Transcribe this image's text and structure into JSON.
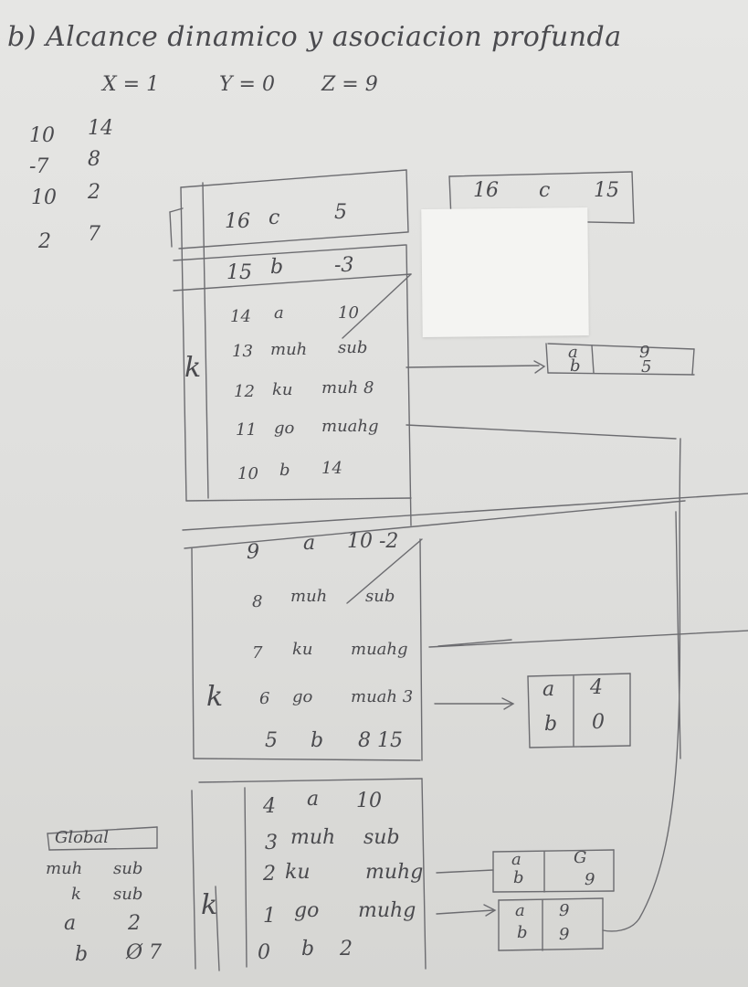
{
  "title": "b) Alcance dinamico y asociacion profunda",
  "vars": {
    "x": "X = 1",
    "y": "Y = 0",
    "z": "Z = 9"
  },
  "output": [
    [
      "10",
      "14"
    ],
    [
      "-7",
      "8"
    ],
    [
      "10",
      "2"
    ],
    [
      "2",
      "7"
    ]
  ],
  "top_right_frame": {
    "addr": "16",
    "name": "c",
    "val": "15"
  },
  "frame1": {
    "k_label": "k",
    "rows": [
      {
        "addr": "16",
        "name": "c",
        "val": "5"
      },
      {
        "addr": "15",
        "name": "b",
        "val": "-3"
      },
      {
        "addr": "14",
        "name": "a",
        "val": "10"
      },
      {
        "addr": "13",
        "name": "muh",
        "val": "sub"
      },
      {
        "addr": "12",
        "name": "ku",
        "val": "muh 8"
      },
      {
        "addr": "11",
        "name": "go",
        "val": "muahg"
      },
      {
        "addr": "10",
        "name": "b",
        "val": "14"
      }
    ],
    "arr": {
      "a": "a",
      "b": "b",
      "c": "9",
      "d": "5"
    }
  },
  "frame2": {
    "k_label": "k",
    "rows": [
      {
        "addr": "9",
        "name": "a",
        "val": "10 -2"
      },
      {
        "addr": "8",
        "name": "muh",
        "val": "sub"
      },
      {
        "addr": "7",
        "name": "ku",
        "val": "muahg"
      },
      {
        "addr": "6",
        "name": "go",
        "val": "muah 3"
      },
      {
        "addr": "5",
        "name": "b",
        "val": "8 15"
      }
    ],
    "arr": {
      "a": "a",
      "b": "b",
      "c": "4",
      "d": "0"
    }
  },
  "frame3": {
    "k_label": "k",
    "rows": [
      {
        "addr": "4",
        "name": "a",
        "val": "10"
      },
      {
        "addr": "3",
        "name": "muh",
        "val": "sub"
      },
      {
        "addr": "2",
        "name": "ku",
        "val": "muhg"
      },
      {
        "addr": "1",
        "name": "go",
        "val": "muhg"
      },
      {
        "addr": "0",
        "name": "b",
        "val": "2"
      }
    ],
    "arr1": {
      "a": "a",
      "b": "b",
      "c": "G",
      "d": "9"
    },
    "arr2": {
      "a": "a",
      "b": "b",
      "c": "9",
      "d": "9"
    }
  },
  "global": {
    "label": "Global",
    "rows": [
      {
        "name": "muh",
        "val": "sub"
      },
      {
        "name": "k",
        "val": "sub"
      },
      {
        "name": "a",
        "val": "2"
      },
      {
        "name": "b",
        "val": "Ø 7"
      }
    ]
  }
}
